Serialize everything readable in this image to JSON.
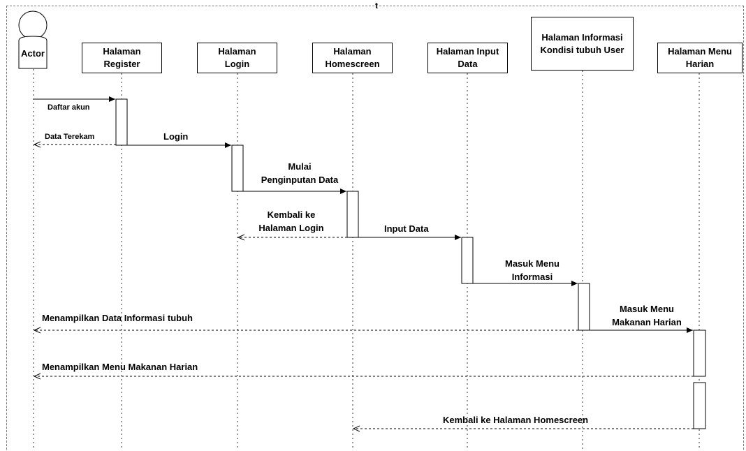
{
  "frame_label": "t",
  "actor": {
    "label": "Actor"
  },
  "lifelines": [
    {
      "label": "Halaman\nRegister"
    },
    {
      "label": "Halaman\nLogin"
    },
    {
      "label": "Halaman\nHomescreen"
    },
    {
      "label": "Halaman Input\nData"
    },
    {
      "label": "Halaman Informasi\nKondisi tubuh User"
    },
    {
      "label": "Halaman Menu\nHarian"
    }
  ],
  "messages": [
    {
      "label": "Daftar akun"
    },
    {
      "label": "Data Terekam"
    },
    {
      "label": "Login"
    },
    {
      "label": "Mulai\nPenginputan Data"
    },
    {
      "label": "Kembali ke\nHalaman Login"
    },
    {
      "label": "Input Data"
    },
    {
      "label": "Masuk Menu\nInformasi"
    },
    {
      "label": "Menampilkan Data Informasi tubuh"
    },
    {
      "label": "Masuk Menu\nMakanan Harian"
    },
    {
      "label": "Menampilkan Menu Makanan Harian"
    },
    {
      "label": "Kembali ke Halaman Homescreen"
    }
  ]
}
